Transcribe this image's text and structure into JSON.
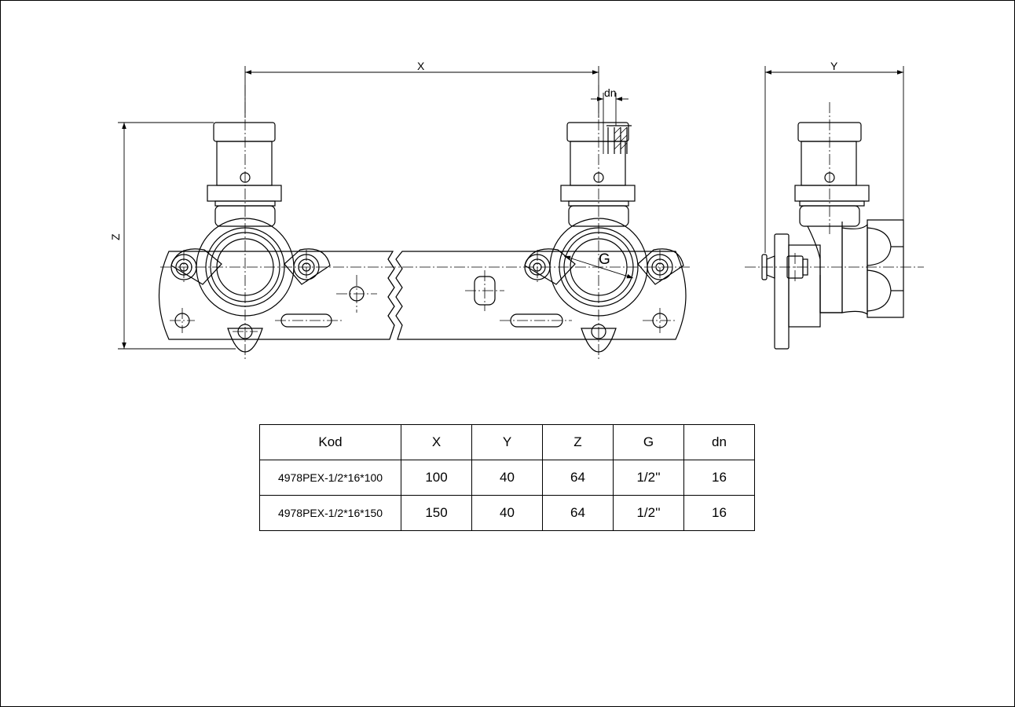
{
  "dimensions": {
    "x": "X",
    "y": "Y",
    "z": "Z",
    "g": "G",
    "dn": "dn"
  },
  "table": {
    "headers": [
      "Kod",
      "X",
      "Y",
      "Z",
      "G",
      "dn"
    ],
    "rows": [
      [
        "4978PEX-1/2*16*100",
        "100",
        "40",
        "64",
        "1/2''",
        "16"
      ],
      [
        "4978PEX-1/2*16*150",
        "150",
        "40",
        "64",
        "1/2''",
        "16"
      ]
    ]
  }
}
